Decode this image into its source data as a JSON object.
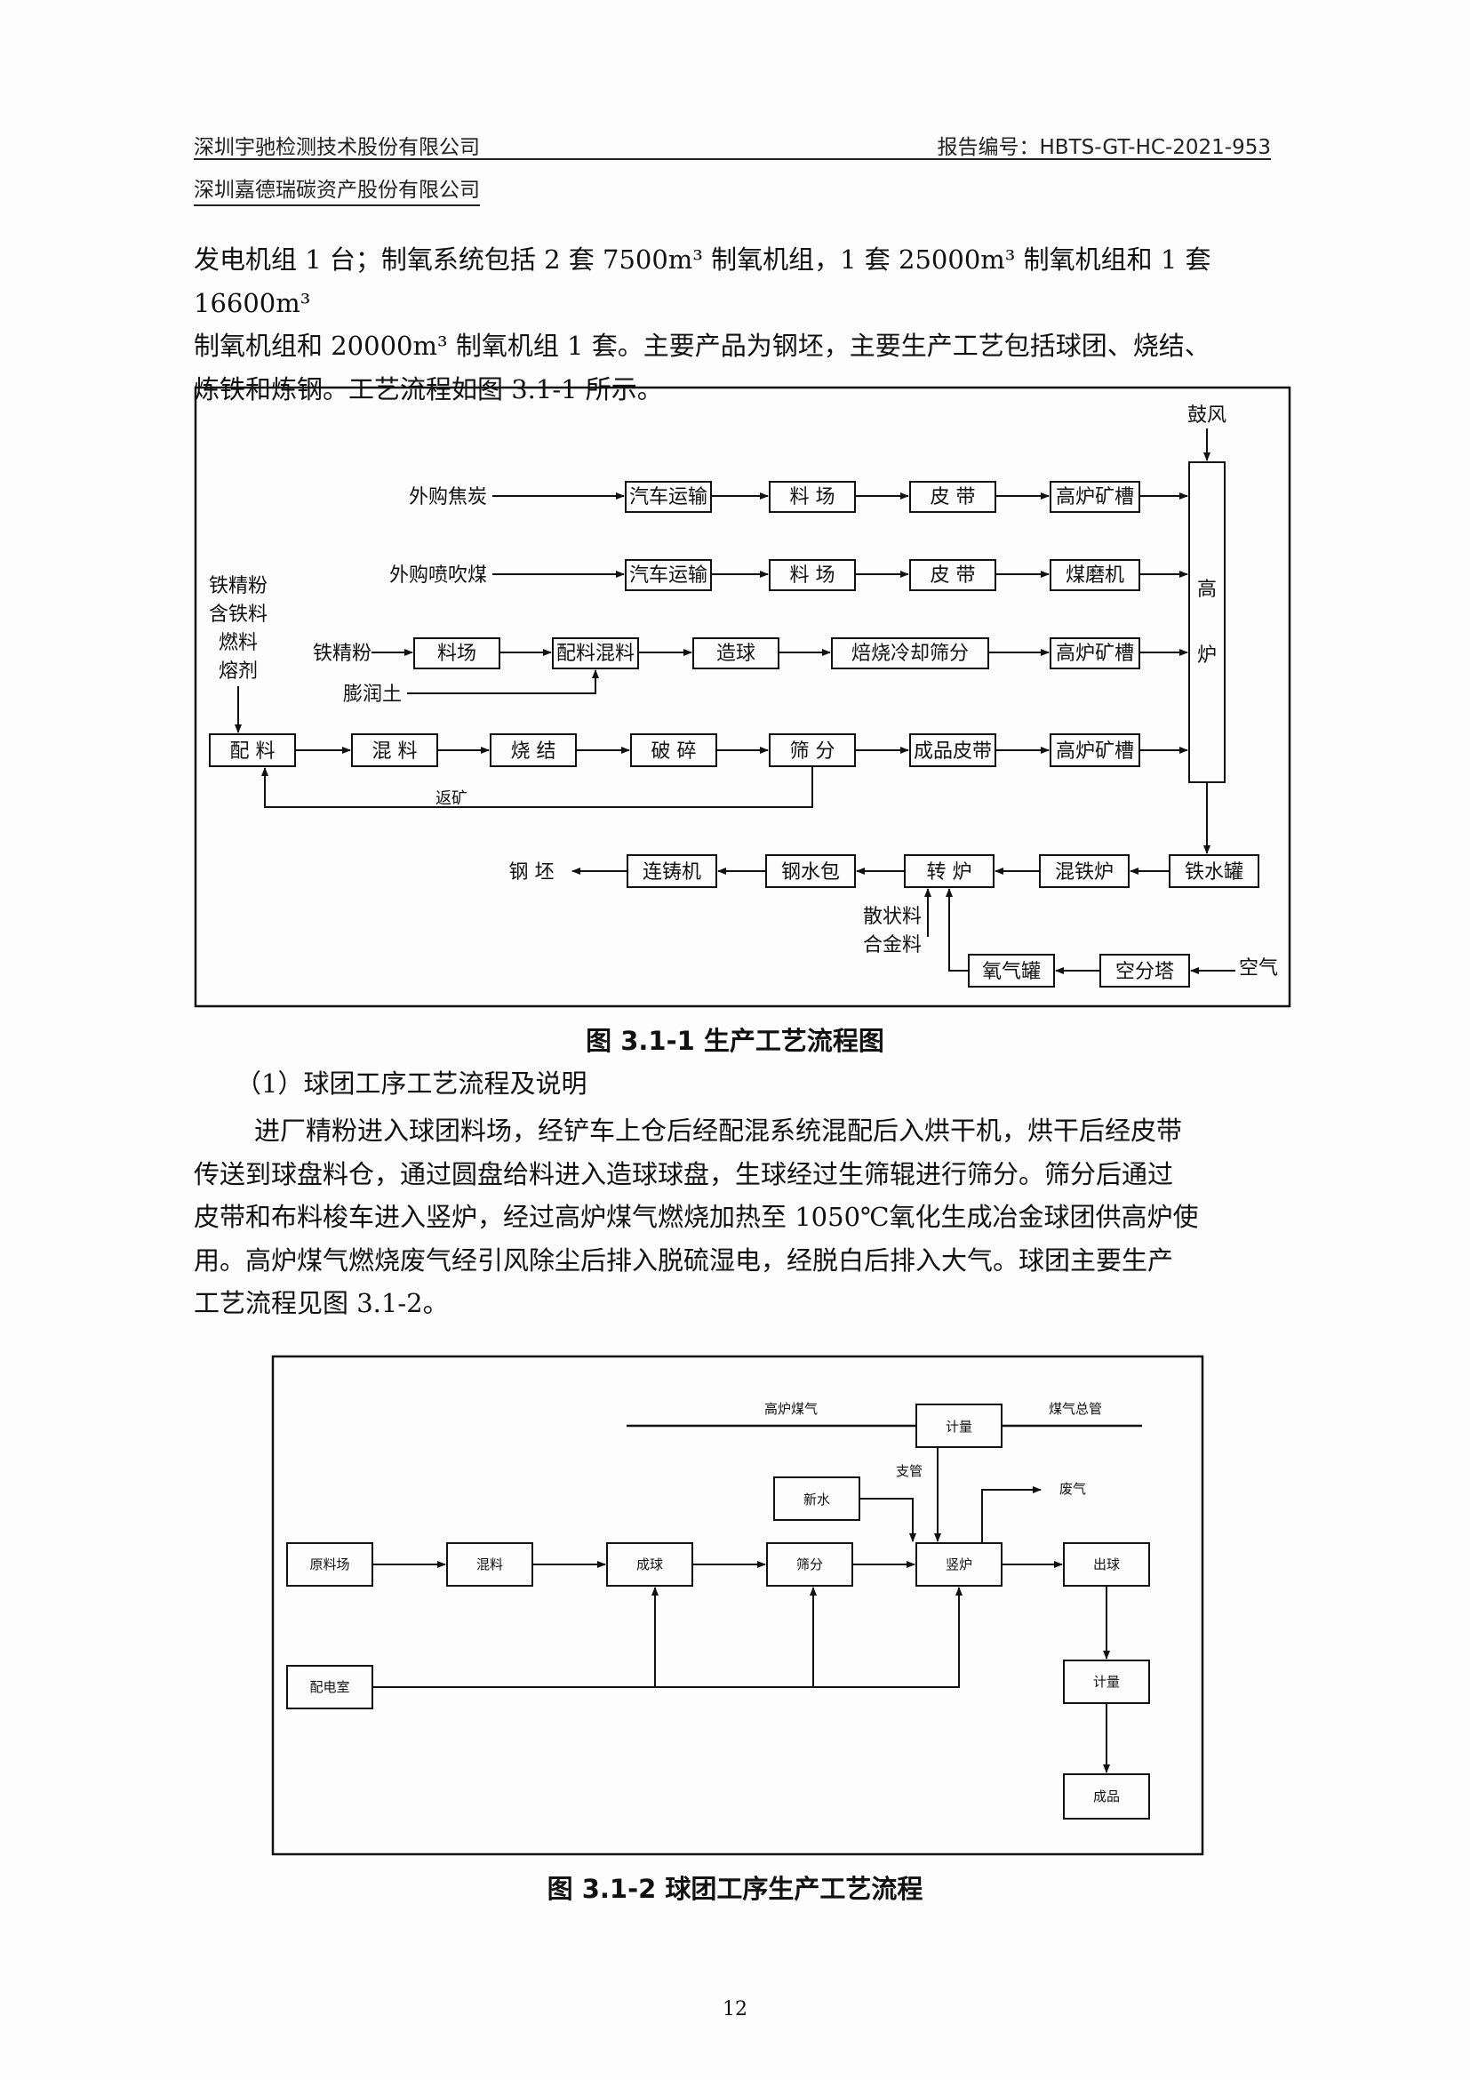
{
  "header": {
    "company1": "深圳宇驰检测技术股份有限公司",
    "report_no": "报告编号：HBTS-GT-HC-2021-953",
    "company2": "深圳嘉德瑞碳资产股份有限公司"
  },
  "intro": {
    "line1": "发电机组 1 台；制氧系统包括 2 套 7500m³ 制氧机组，1 套 25000m³ 制氧机组和 1 套 16600m³",
    "line2": "制氧机组和 20000m³ 制氧机组 1 套。主要产品为钢坯，主要生产工艺包括球团、烧结、",
    "line3": "炼铁和炼钢。工艺流程如图 3.1-1 所示。"
  },
  "fig1": {
    "caption": "图 3.1-1 生产工艺流程图",
    "blower": "鼓风",
    "bf_label_1": "高",
    "bf_label_2": "炉",
    "row1": [
      "外购焦炭",
      "汽车运输",
      "料 场",
      "皮 带",
      "高炉矿槽"
    ],
    "row2": [
      "外购喷吹煤",
      "汽车运输",
      "料 场",
      "皮 带",
      "煤磨机"
    ],
    "row3": [
      "铁精粉",
      "料场",
      "配料混料",
      "造球",
      "焙烧冷却筛分",
      "高炉矿槽"
    ],
    "bentonite": "膨润土",
    "raw_inputs": [
      "铁精粉",
      "含铁料",
      "燃料",
      "熔剂"
    ],
    "row4": [
      "配 料",
      "混 料",
      "烧 结",
      "破 碎",
      "筛 分",
      "成品皮带",
      "高炉矿槽"
    ],
    "return_ore": "返矿",
    "row5": [
      "钢 坯",
      "连铸机",
      "钢水包",
      "转 炉",
      "混铁炉",
      "铁水罐"
    ],
    "additives": [
      "散状料",
      "合金料"
    ],
    "oxygen": [
      "氧气罐",
      "空分塔",
      "空气"
    ]
  },
  "section": {
    "title": "（1）球团工序工艺流程及说明",
    "lines": [
      "进厂精粉进入球团料场，经铲车上仓后经配混系统混配后入烘干机，烘干后经皮带",
      "传送到球盘料仓，通过圆盘给料进入造球球盘，生球经过生筛辊进行筛分。筛分后通过",
      "皮带和布料梭车进入竖炉，经过高炉煤气燃烧加热至 1050℃氧化生成冶金球团供高炉使",
      "用。高炉煤气燃烧废气经引风除尘后排入脱硫湿电，经脱白后排入大气。球团主要生产",
      "工艺流程见图 3.1-2。"
    ]
  },
  "fig2": {
    "caption": "图 3.1-2  球团工序生产工艺流程",
    "gas_line": "高炉煤气",
    "gas_main": "煤气总管",
    "meter1": "计量",
    "branch": "支管",
    "water": "新水",
    "exhaust": "废气",
    "main": [
      "原料场",
      "混料",
      "成球",
      "筛分",
      "竖炉",
      "出球"
    ],
    "power": "配电室",
    "meter2": "计量",
    "product": "成品"
  },
  "page_number": "12"
}
